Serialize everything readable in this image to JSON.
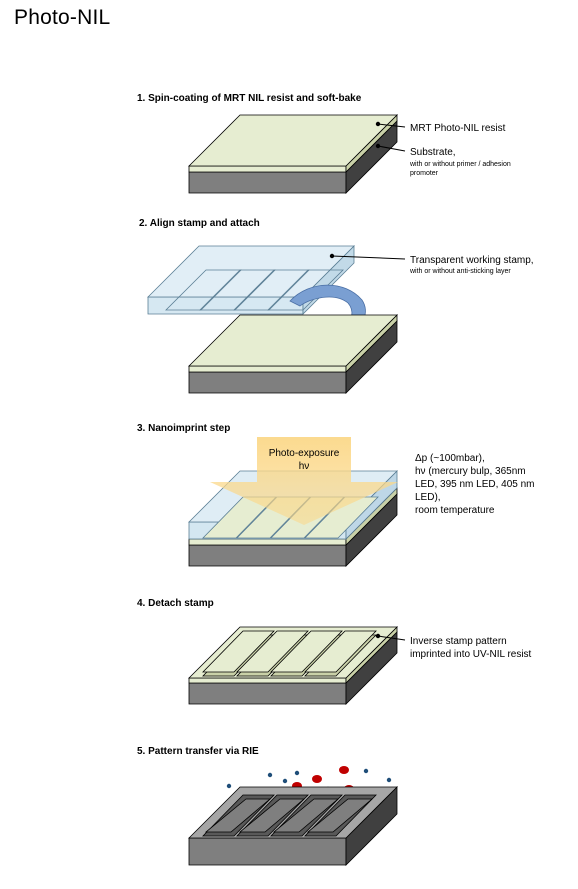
{
  "title": "Photo-NIL",
  "steps": [
    {
      "heading": "1. Spin-coating of MRT NIL resist and soft-bake",
      "label1": "MRT Photo-NIL resist",
      "label2": "Substrate,",
      "label2_sub1": "with or without primer / adhesion",
      "label2_sub2": "promoter"
    },
    {
      "heading": "2. Align stamp and attach",
      "label1": "Transparent working stamp,",
      "label1_sub": "with or without anti-sticking layer"
    },
    {
      "heading": "3. Nanoimprint step",
      "exposure_line1": "Photo-exposure",
      "exposure_line2": "hν",
      "cond1": "Δp (~100mbar),",
      "cond2": "hν (mercury bulp, 365nm",
      "cond3": "LED, 395 nm LED, 405 nm",
      "cond4": "LED),",
      "cond5": "room temperature"
    },
    {
      "heading": "4. Detach stamp",
      "label1": "Inverse stamp pattern",
      "label2": "imprinted into UV-NIL resist"
    },
    {
      "heading": "5. Pattern transfer via RIE"
    }
  ],
  "colors": {
    "resist": "#e6edd1",
    "substrate_top": "#a6a6a6",
    "substrate_front": "#7f7f7f",
    "substrate_side": "#404040",
    "stamp": "#cfe4f0",
    "peel": "#7a9fd2",
    "exposure": "#fbd889",
    "ion_red": "#c00000",
    "ion_blue": "#1f4e79"
  }
}
